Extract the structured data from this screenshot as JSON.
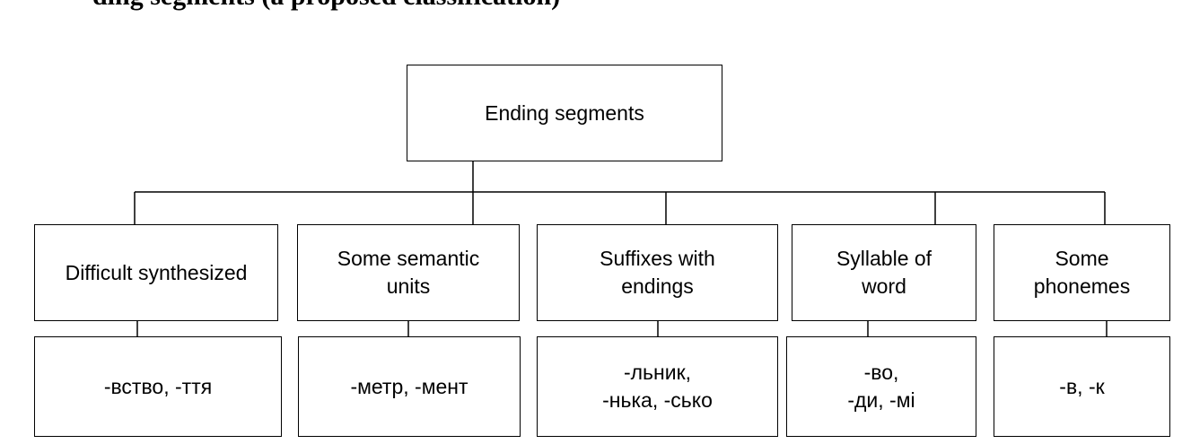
{
  "heading_fragment": "ding segments (a proposed classification)",
  "root": {
    "label": "Ending segments"
  },
  "categories": [
    {
      "label": "Difficult synthesized",
      "examples": "-вство, -ття"
    },
    {
      "label": "Some semantic\nunits",
      "examples": "-метр, -мент"
    },
    {
      "label": "Suffixes with\nendings",
      "examples": "-льник,\n-нька, -сько"
    },
    {
      "label": "Syllable of\nword",
      "examples": "-во,\n-ди, -мі"
    },
    {
      "label": "Some\nphonemes",
      "examples": "-в, -к"
    }
  ]
}
